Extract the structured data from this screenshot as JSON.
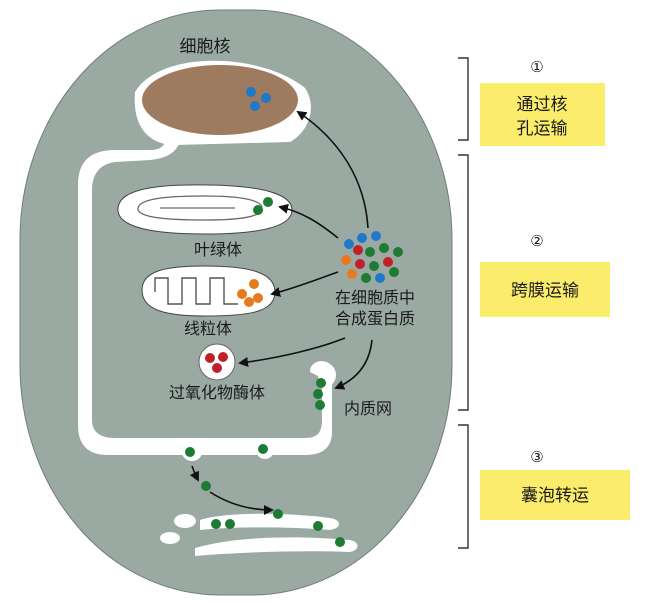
{
  "title": "细胞核",
  "labels": {
    "chloroplast": "叶绿体",
    "mitochondrion": "线粒体",
    "peroxisome": "过氧化物酶体",
    "er": "内质网",
    "cytoplasm_line1": "在细胞质中",
    "cytoplasm_line2": "合成蛋白质"
  },
  "sections": [
    {
      "number": "①",
      "line1": "通过核",
      "line2": "孔运输"
    },
    {
      "number": "②",
      "line1": "跨膜运输",
      "line2": ""
    },
    {
      "number": "③",
      "line1": "囊泡转运",
      "line2": ""
    }
  ],
  "colors": {
    "cell": "#9aaaa3",
    "nucleus": "#9e7a5f",
    "note_box": "#fbec6b",
    "blue": "#1f78c8",
    "green": "#1e7b34",
    "orange": "#e87a1e",
    "red": "#c0202a"
  }
}
